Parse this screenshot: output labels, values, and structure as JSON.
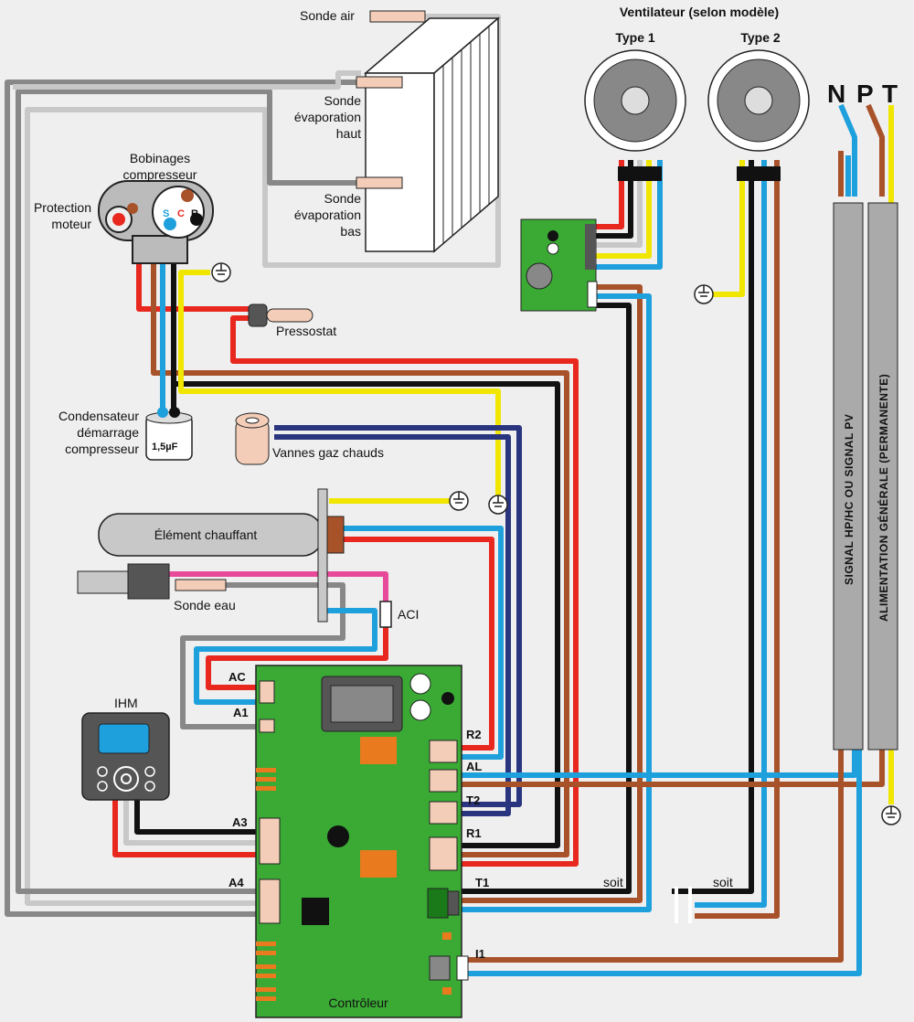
{
  "labels": {
    "sonde_air": "Sonde air",
    "sonde_evap_haut_1": "Sonde",
    "sonde_evap_haut_2": "évaporation",
    "sonde_evap_haut_3": "haut",
    "sonde_evap_bas_1": "Sonde",
    "sonde_evap_bas_2": "évaporation",
    "sonde_evap_bas_3": "bas",
    "bobinages_1": "Bobinages",
    "bobinages_2": "compresseur",
    "protection_1": "Protection",
    "protection_2": "moteur",
    "s": "S",
    "c": "C",
    "r": "R",
    "pressostat": "Pressostat",
    "condensateur_1": "Condensateur",
    "condensateur_2": "démarrage",
    "condensateur_3": "compresseur",
    "capacite": "1,5µF",
    "vannes": "Vannes gaz chauds",
    "element": "Élément chauffant",
    "sonde_eau": "Sonde eau",
    "aci": "ACI",
    "ihm": "IHM",
    "controleur": "Contrôleur",
    "ventilateur": "Ventilateur (selon modèle)",
    "type1": "Type 1",
    "type2": "Type 2",
    "n": "N",
    "p": "P",
    "t": "T",
    "signal": "SIGNAL HP/HC OU SIGNAL PV",
    "alimentation": "ALIMENTATION GÉNÉRALE (PERMANENTE)",
    "soit1": "soit",
    "soit2": "soit"
  },
  "terminals": {
    "ac": "AC",
    "a1": "A1",
    "a3": "A3",
    "a4": "A4",
    "r2": "R2",
    "al": "AL",
    "t2": "T2",
    "r1": "R1",
    "t1": "T1",
    "i1": "I1"
  },
  "colors": {
    "red": "#e8281e",
    "blue": "#1ea0dc",
    "brown": "#a8522a",
    "black": "#111111",
    "yellow": "#f0e600",
    "gray": "#888888",
    "lightgray": "#c8c8c8",
    "navy": "#2a3580",
    "pink": "#e84a9a",
    "board": "#3aaa35",
    "orange": "#ea7a1e"
  }
}
